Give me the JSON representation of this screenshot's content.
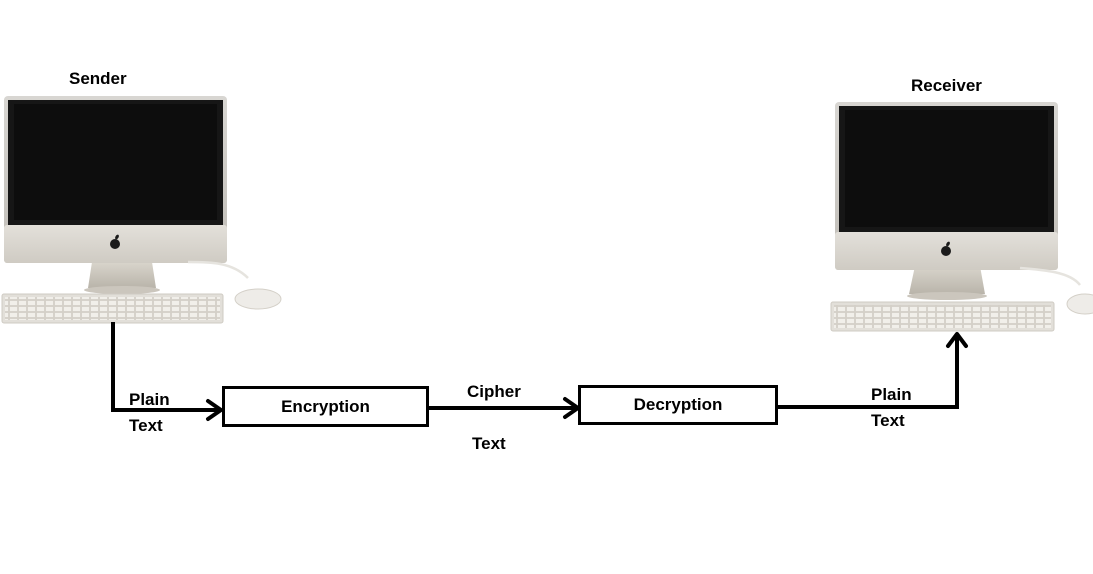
{
  "sender": {
    "label": "Sender"
  },
  "receiver": {
    "label": "Receiver"
  },
  "process": {
    "encryption_label": "Encryption",
    "decryption_label": "Decryption"
  },
  "flow": {
    "plain_text_in": {
      "line1": "Plain",
      "line2": "Text"
    },
    "cipher_text": {
      "line1": "Cipher",
      "line2": "Text"
    },
    "plain_text_out": {
      "line1": "Plain",
      "line2": "Text"
    }
  },
  "icons": {
    "sender_computer": "desktop-computer-icon",
    "receiver_computer": "desktop-computer-icon"
  }
}
